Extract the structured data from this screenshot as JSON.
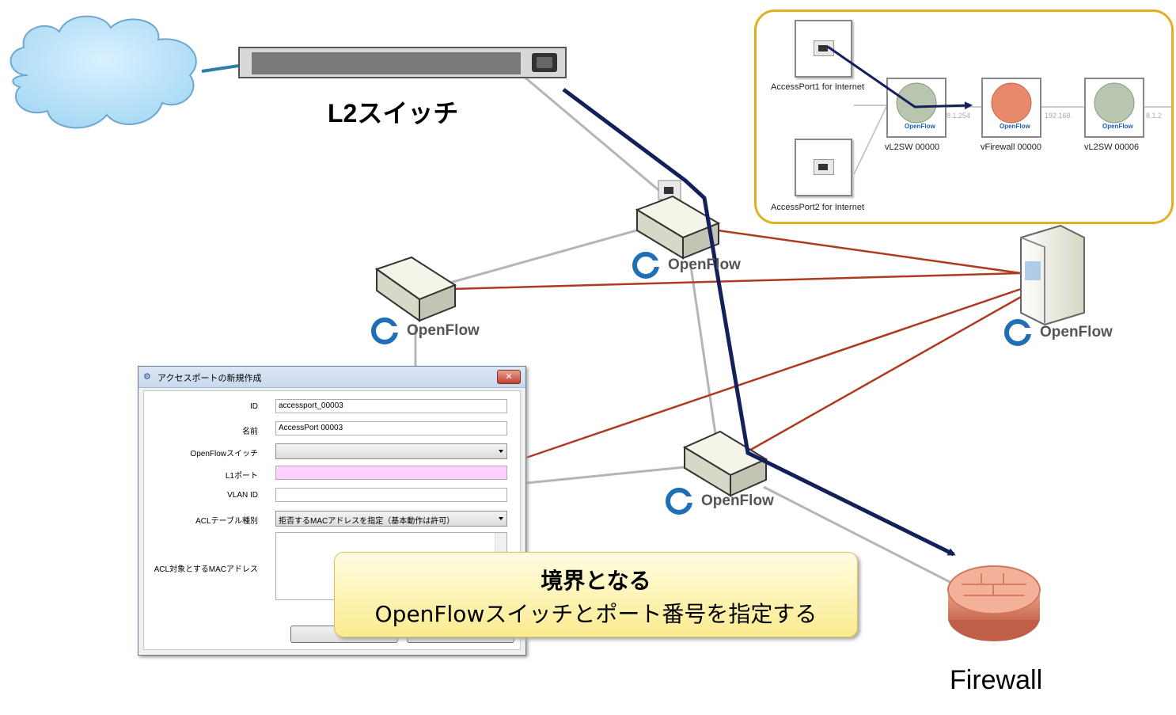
{
  "labels": {
    "l2_switch": "L2スイッチ",
    "firewall": "Firewall",
    "openflow": "OpenFlow"
  },
  "inset": {
    "access_port1": "AccessPort1 for Internet",
    "access_port2": "AccessPort2 for Internet",
    "vl2sw_a": "vL2SW 00000",
    "vfirewall": "vFirewall 00000",
    "vl2sw_b": "vL2SW 00006",
    "openflow_small": "OpenFlow",
    "ip_fragment_1": "8.1.254",
    "ip_fragment_2": "192.168.",
    "ip_fragment_3": "8.1.2"
  },
  "dialog": {
    "title": "アクセスポートの新規作成",
    "close_label": "✕",
    "fields": {
      "id_label": "ID",
      "id_value": "accessport_00003",
      "name_label": "名前",
      "name_value": "AccessPort 00003",
      "switch_label": "OpenFlowスイッチ",
      "switch_value": "",
      "l1port_label": "L1ポート",
      "l1port_value": "",
      "vlan_label": "VLAN ID",
      "vlan_value": "",
      "acl_type_label": "ACLテーブル種別",
      "acl_type_value": "拒否するMACアドレスを指定（基本動作は許可）",
      "acl_mac_label": "ACL対象とするMACアドレス"
    }
  },
  "callout": {
    "line1": "境界となる",
    "line2": "OpenFlowスイッチとポート番号を指定する"
  },
  "colors": {
    "path": "#14205a",
    "red_link": "#b03a20",
    "gray_link": "#b5b5b5",
    "inset_border": "#e0b020",
    "highlight": "#ffd0ff"
  }
}
